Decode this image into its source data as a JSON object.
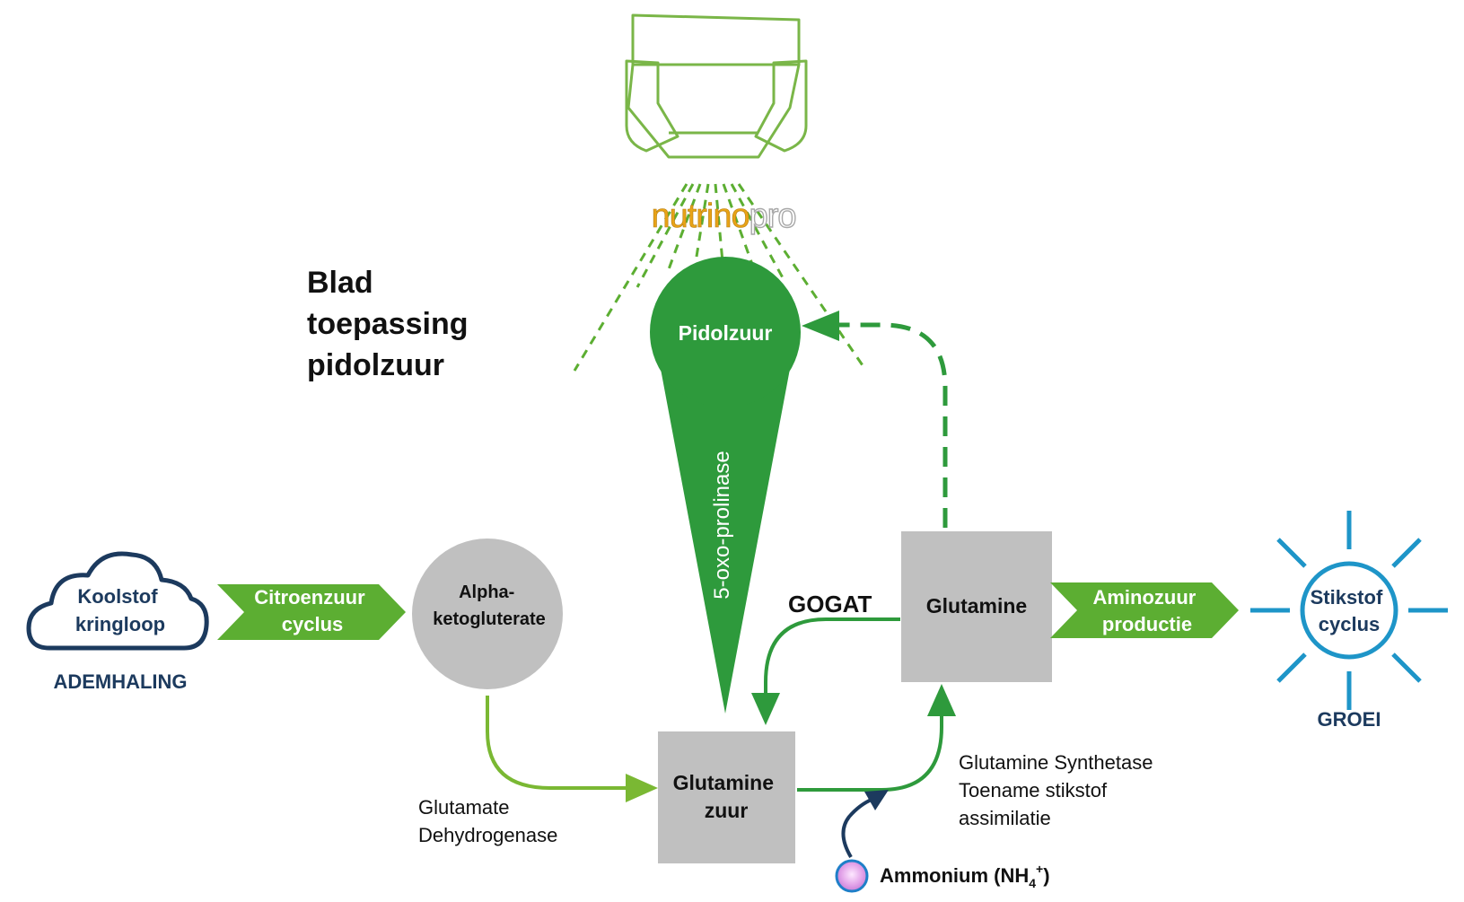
{
  "brand": {
    "name_part1": "nutrino",
    "name_part2": "pro",
    "color_part1": "#e8a317",
    "color_part2": "#b8b8b8"
  },
  "title": {
    "line1": "Blad",
    "line2": "toepassing",
    "line3": "pidolzuur"
  },
  "nodes": {
    "pidolzuur": "Pidolzuur",
    "cone_label": "5-oxo-prolinase",
    "koolstof_line1": "Koolstof",
    "koolstof_line2": "kringloop",
    "ademhaling": "ADEMHALING",
    "citroenzuur_line1": "Citroenzuur",
    "citroenzuur_line2": "cyclus",
    "alpha_line1": "Alpha-",
    "alpha_line2": "ketogluterate",
    "glutamine": "Glutamine",
    "gogat": "GOGAT",
    "aminozuur_line1": "Aminozuur",
    "aminozuur_line2": "productie",
    "stikstof_line1": "Stikstof",
    "stikstof_line2": "cyclus",
    "groei": "GROEI",
    "glutaminezuur_line1": "Glutamine",
    "glutaminezuur_line2": "zuur",
    "glutamate_line1": "Glutamate",
    "glutamate_line2": "Dehydrogenase",
    "synthetase_line1": "Glutamine Synthetase",
    "synthetase_line2": "Toename stikstof",
    "synthetase_line3": "assimilatie",
    "ammonium_prefix": "Ammonium (NH",
    "ammonium_sub": "4",
    "ammonium_sup": "+",
    "ammonium_suffix": ")"
  },
  "colors": {
    "dark_green": "#2e9a3c",
    "light_green": "#5cae32",
    "olive_green": "#7ab833",
    "sprayer_green": "#7ab648",
    "gray": "#c0c0c0",
    "navy": "#1c3a5e",
    "sky_blue": "#1e95c8",
    "ammonium_pink": "#e4a6ea"
  }
}
